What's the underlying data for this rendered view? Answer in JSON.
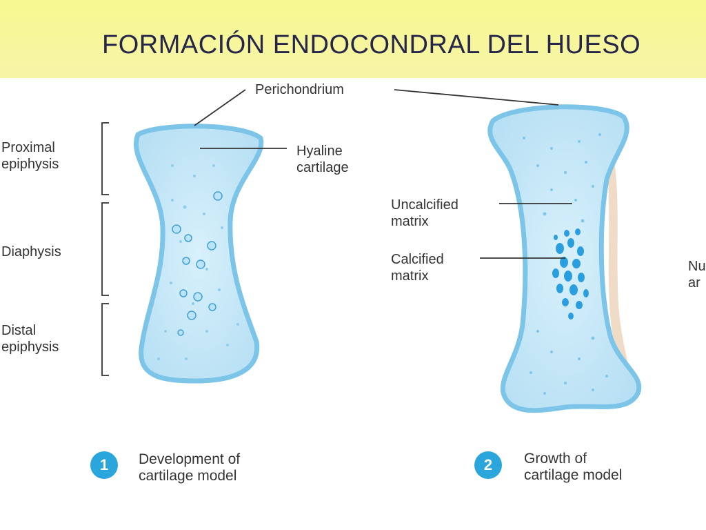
{
  "title": "FORMACIÓN ENDOCONDRAL DEL HUESO",
  "labels": {
    "perichondrium": "Perichondrium",
    "hyaline_cartilage": "Hyaline\ncartilage",
    "proximal_epiphysis": "Proximal\nepiphysis",
    "diaphysis": "Diaphysis",
    "distal_epiphysis": "Distal\nepiphysis",
    "uncalcified_matrix": "Uncalcified\nmatrix",
    "calcified_matrix": "Calcified\nmatrix",
    "cut_off_label": "Nu\nar"
  },
  "steps": [
    {
      "number": "1",
      "caption": "Development of\ncartilage model"
    },
    {
      "number": "2",
      "caption": "Growth of\ncartilage model"
    }
  ],
  "colors": {
    "title_bar": "#f6f5a8",
    "cartilage_fill": "#c6e6f6",
    "cartilage_edge": "#7cc4e8",
    "calcified": "#2b9ee0",
    "badge": "#2aa6dc",
    "perichondrium_band": "#eed8c0"
  }
}
